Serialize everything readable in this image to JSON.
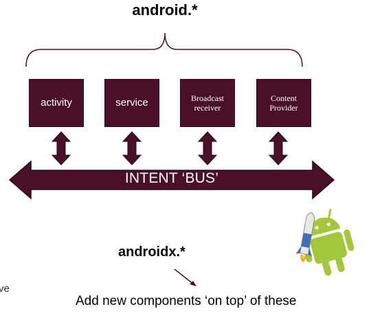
{
  "title": "android.*",
  "components": [
    {
      "label": "activity"
    },
    {
      "label": "service"
    },
    {
      "label": "Broadcast\nreceiver"
    },
    {
      "label": "Content\nProvider"
    }
  ],
  "bus_label": "INTENT ‘BUS’",
  "androidx_label": "androidx.*",
  "note": "Add new components ‘on top’ of these",
  "cut_text": "ve",
  "colors": {
    "box_fill": "#4a1029",
    "arrow_fill": "#4a1029",
    "android_green": "#a4c639"
  },
  "icons": [
    "android-robot-icon",
    "rocket-icon"
  ]
}
